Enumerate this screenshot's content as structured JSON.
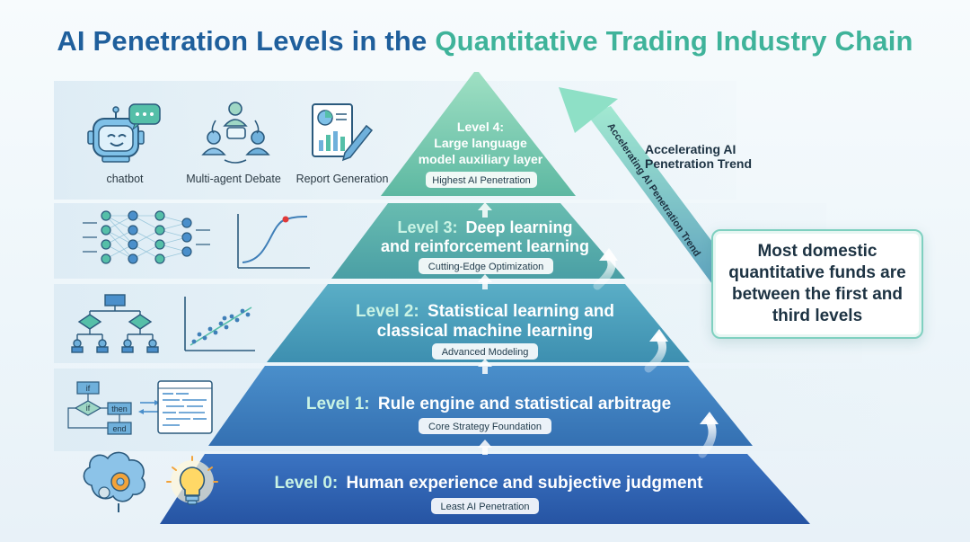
{
  "title": {
    "part1": "AI Penetration Levels in the",
    "part2": "Quantitative Trading Industry Chain"
  },
  "levels": [
    {
      "id": "level-4",
      "number": "Level 4:",
      "line1": "Large language",
      "line2": "model auxiliary layer",
      "tag": "Highest AI Penetration"
    },
    {
      "id": "level-3",
      "number": "Level 3:",
      "line1": "Deep learning",
      "line2": "and reinforcement learning",
      "tag": "Cutting-Edge Optimization"
    },
    {
      "id": "level-2",
      "number": "Level 2:",
      "line1": "Statistical learning and",
      "line2": "classical machine learning",
      "tag": "Advanced Modeling"
    },
    {
      "id": "level-1",
      "number": "Level 1:",
      "line1": "Rule engine and statistical arbitrage",
      "tag": "Core Strategy Foundation"
    },
    {
      "id": "level-0",
      "number": "Level 0:",
      "line1": "Human experience and subjective judgment",
      "tag": "Least AI Penetration"
    }
  ],
  "top_icons": {
    "chatbot": "chatbot",
    "debate": "Multi-agent Debate",
    "report": "Report Generation"
  },
  "flowchart": {
    "if1": "if",
    "if2": "if",
    "then": "then",
    "end": "end"
  },
  "trend": {
    "arrow_label": "Accelerating AI Penetration Trend",
    "line1": "Accelerating AI",
    "line2": "Penetration Trend"
  },
  "callout": "Most domestic quantitative funds are between the first and third levels",
  "colors": {
    "title_blue": "#1f5f9c",
    "title_green": "#3fb39a",
    "level0": "#2f63b4",
    "level1": "#3d80bf",
    "level2": "#4a9dbb",
    "level3": "#52ada8",
    "level4": "#6cc4a4"
  }
}
